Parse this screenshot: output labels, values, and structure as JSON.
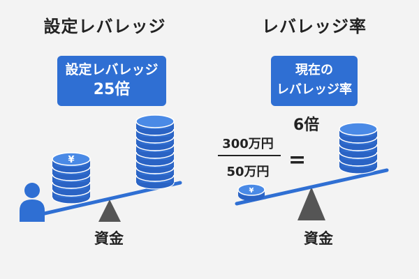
{
  "left_panel": {
    "title": "設定レバレッジ",
    "box_line1": "設定レバレッジ",
    "box_line2": "25倍",
    "fulcrum_label": "資金",
    "coin_symbol": "¥"
  },
  "right_panel": {
    "title": "レバレッジ率",
    "box_line1": "現在の",
    "box_line2": "レバレッジ率",
    "numerator": "300万円",
    "denominator": "50万円",
    "equals": "=",
    "result": "6倍",
    "fulcrum_label": "資金",
    "coin_symbol": "¥"
  },
  "colors": {
    "accent_blue": "#2f6fd3",
    "fulcrum_gray": "#555555",
    "background": "#f3f3f3"
  }
}
